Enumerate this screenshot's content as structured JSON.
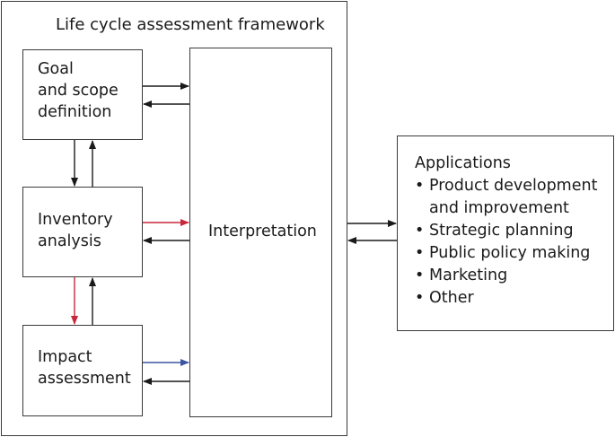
{
  "framework": {
    "title": "Life cycle assessment framework"
  },
  "stages": {
    "goal": "Goal\nand scope\ndefinition",
    "inventory": "Inventory\nanalysis",
    "impact": "Impact\nassessment",
    "interpretation": "Interpretation"
  },
  "applications": {
    "title": "Applications",
    "items": [
      "Product development",
      "and improvement",
      "Strategic planning",
      "Public policy making",
      "Marketing",
      "Other"
    ]
  },
  "colors": {
    "line": "#1a1a1a",
    "red_arrow": "#c8283c",
    "blue_arrow": "#3a55a0"
  }
}
